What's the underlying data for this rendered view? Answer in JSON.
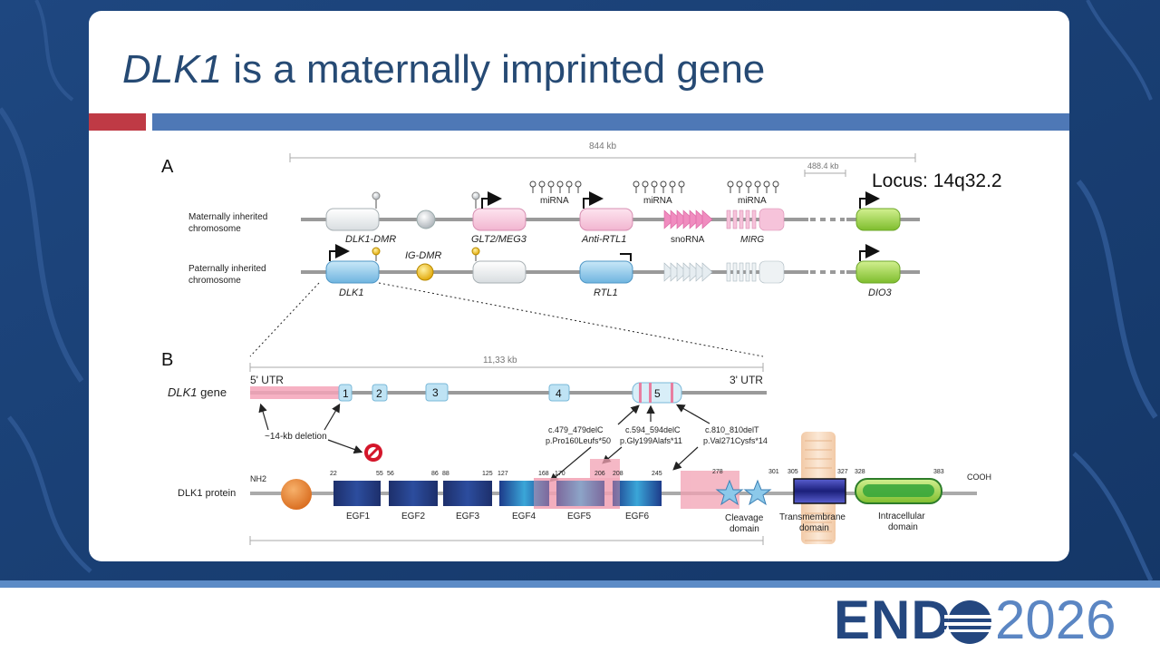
{
  "slide": {
    "title_italic": "DLK1",
    "title_rest": " is a maternally imprinted gene"
  },
  "panel_a": {
    "label": "A",
    "scale_total": "844 kb",
    "scale_segment": "488.4 kb",
    "locus": "Locus: 14q32.2",
    "maternal_label_1": "Maternally inherited",
    "maternal_label_2": "chromosome",
    "paternal_label_1": "Paternally inherited",
    "paternal_label_2": "chromosome",
    "gene_labels": {
      "dlk1_dmr": "DLK1-DMR",
      "glt2": "GLT2/MEG3",
      "anti_rtl1": "Anti-RTL1",
      "snorna": "snoRNA",
      "mirg": "MIRG",
      "ig_dmr": "IG-DMR",
      "dlk1": "DLK1",
      "rtl1": "RTL1",
      "dio3": "DIO3"
    },
    "mirna_label": "miRNA"
  },
  "panel_b": {
    "label": "B",
    "scale": "11,33 kb",
    "utr5": "5' UTR",
    "utr3": "3' UTR",
    "gene_label_italic": "DLK1",
    "gene_label_rest": " gene",
    "exons": [
      "1",
      "2",
      "3",
      "4",
      "5"
    ],
    "deletion_label": "~14-kb deletion",
    "mutations": [
      {
        "c": "c.479_479delC",
        "p": "p.Pro160Leufs*50"
      },
      {
        "c": "c.594_594delC",
        "p": "p.Gly199Alafs*11"
      },
      {
        "c": "c.810_810delT",
        "p": "p.Val271Cysfs*14"
      }
    ],
    "protein_label": "DLK1 protein",
    "nh2": "NH2",
    "cooh": "COOH",
    "positions": [
      "22",
      "55",
      "56",
      "86",
      "88",
      "125",
      "127",
      "168",
      "170",
      "206",
      "208",
      "245",
      "278",
      "301",
      "305",
      "327",
      "328",
      "383"
    ],
    "domains": [
      "EGF1",
      "EGF2",
      "EGF3",
      "EGF4",
      "EGF5",
      "EGF6"
    ],
    "cleavage_1": "Cleavage",
    "cleavage_2": "domain",
    "transmembrane_1": "Transmembrane",
    "transmembrane_2": "domain",
    "intracellular_1": "Intracellular",
    "intracellular_2": "domain"
  },
  "logo": {
    "brand": "END",
    "year": "2026"
  },
  "colors": {
    "title": "#264a74",
    "accent_red": "#bf3a45",
    "accent_blue": "#4e78b6",
    "maternal_pink": "#f5c6dc",
    "paternal_blue": "#8ec7e8",
    "dio3_green": "#9bd14a"
  }
}
